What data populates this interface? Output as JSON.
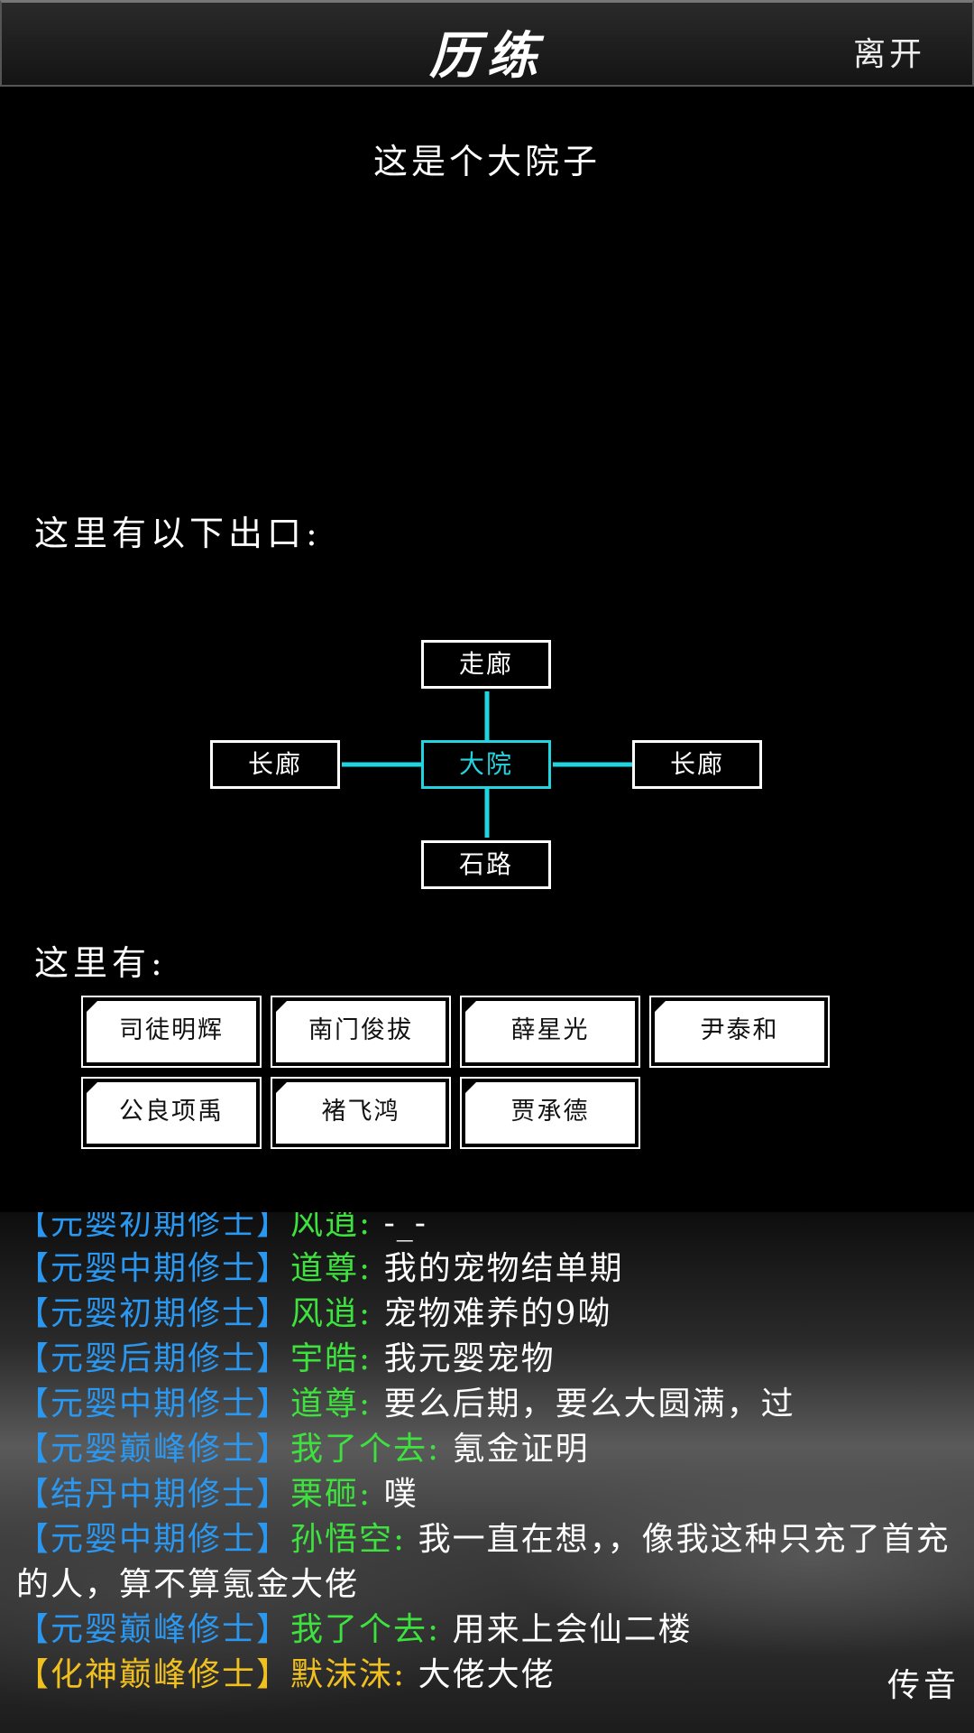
{
  "header": {
    "title": "历练",
    "leave_label": "离开"
  },
  "room": {
    "description": "这是个大院子"
  },
  "exits": {
    "heading": "这里有以下出口:",
    "north": "走廊",
    "west": "长廊",
    "center": "大院",
    "east": "长廊",
    "south": "石路"
  },
  "occupants": {
    "heading": "这里有:",
    "npcs": [
      "司徒明辉",
      "南门俊拔",
      "薛星光",
      "尹泰和",
      "公良项禹",
      "褚飞鸿",
      "贾承德"
    ]
  },
  "chat": {
    "voice_label": "传音",
    "lines": [
      {
        "rank": "【元婴初期修士】",
        "rank_color": "blue",
        "name": "风逍:",
        "msg": "-_-"
      },
      {
        "rank": "【元婴中期修士】",
        "rank_color": "blue",
        "name": "道尊:",
        "msg": "我的宠物结单期"
      },
      {
        "rank": "【元婴初期修士】",
        "rank_color": "blue",
        "name": "风逍:",
        "msg": "宠物难养的9呦"
      },
      {
        "rank": "【元婴后期修士】",
        "rank_color": "blue",
        "name": "宇皓:",
        "msg": "我元婴宠物"
      },
      {
        "rank": "【元婴中期修士】",
        "rank_color": "blue",
        "name": "道尊:",
        "msg": "要么后期，要么大圆满，过"
      },
      {
        "rank": "【元婴巅峰修士】",
        "rank_color": "blue",
        "name": "我了个去:",
        "msg": "氪金证明"
      },
      {
        "rank": "【结丹中期修士】",
        "rank_color": "blue",
        "name": "栗砸:",
        "msg": "噗"
      },
      {
        "rank": "【元婴中期修士】",
        "rank_color": "blue",
        "name": "孙悟空:",
        "msg": "我一直在想，，像我这种只充了首充的人，算不算氪金大佬"
      },
      {
        "rank": "【元婴巅峰修士】",
        "rank_color": "blue",
        "name": "我了个去:",
        "msg": "用来上会仙二楼"
      },
      {
        "rank": "【化神巅峰修士】",
        "rank_color": "gold",
        "name": "默沫沫:",
        "msg": "大佬大佬"
      }
    ]
  }
}
